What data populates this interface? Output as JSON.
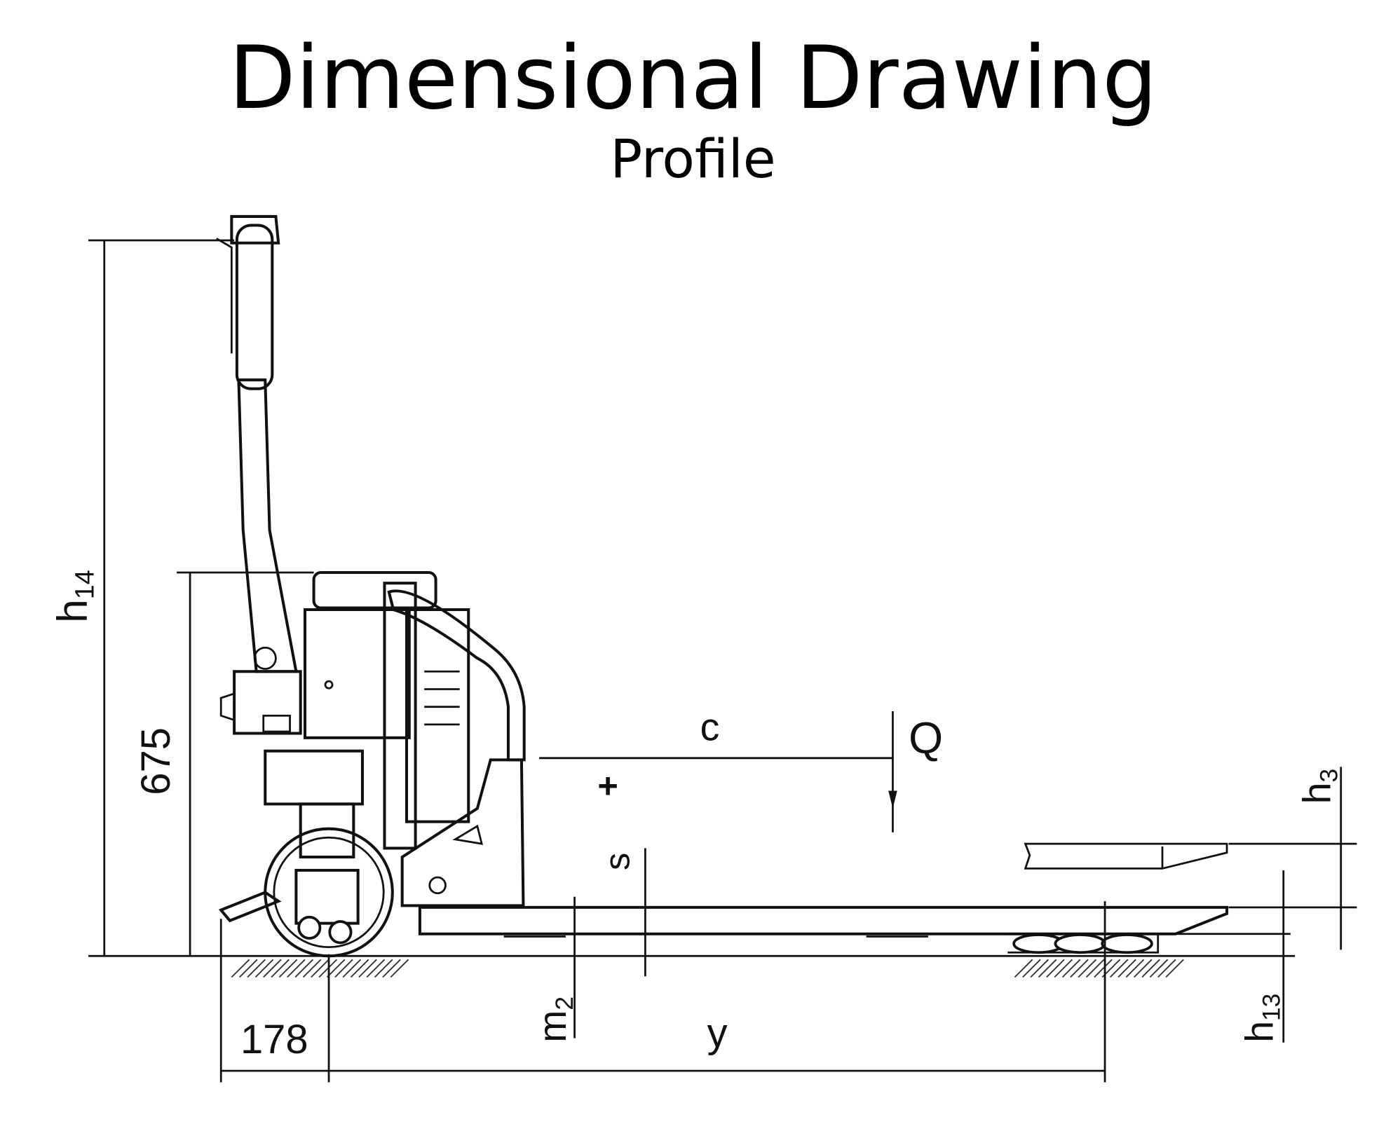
{
  "title": "Dimensional Drawing",
  "subtitle": "Profile",
  "labels": {
    "h14": {
      "main": "h",
      "sub": "14"
    },
    "height_675": "675",
    "c": "c",
    "Q": "Q",
    "h3": {
      "main": "h",
      "sub": "3"
    },
    "s": "s",
    "m2": {
      "main": "m",
      "sub": "2"
    },
    "y": "y",
    "dim_178": "178",
    "h13": {
      "main": "h",
      "sub": "13"
    }
  }
}
